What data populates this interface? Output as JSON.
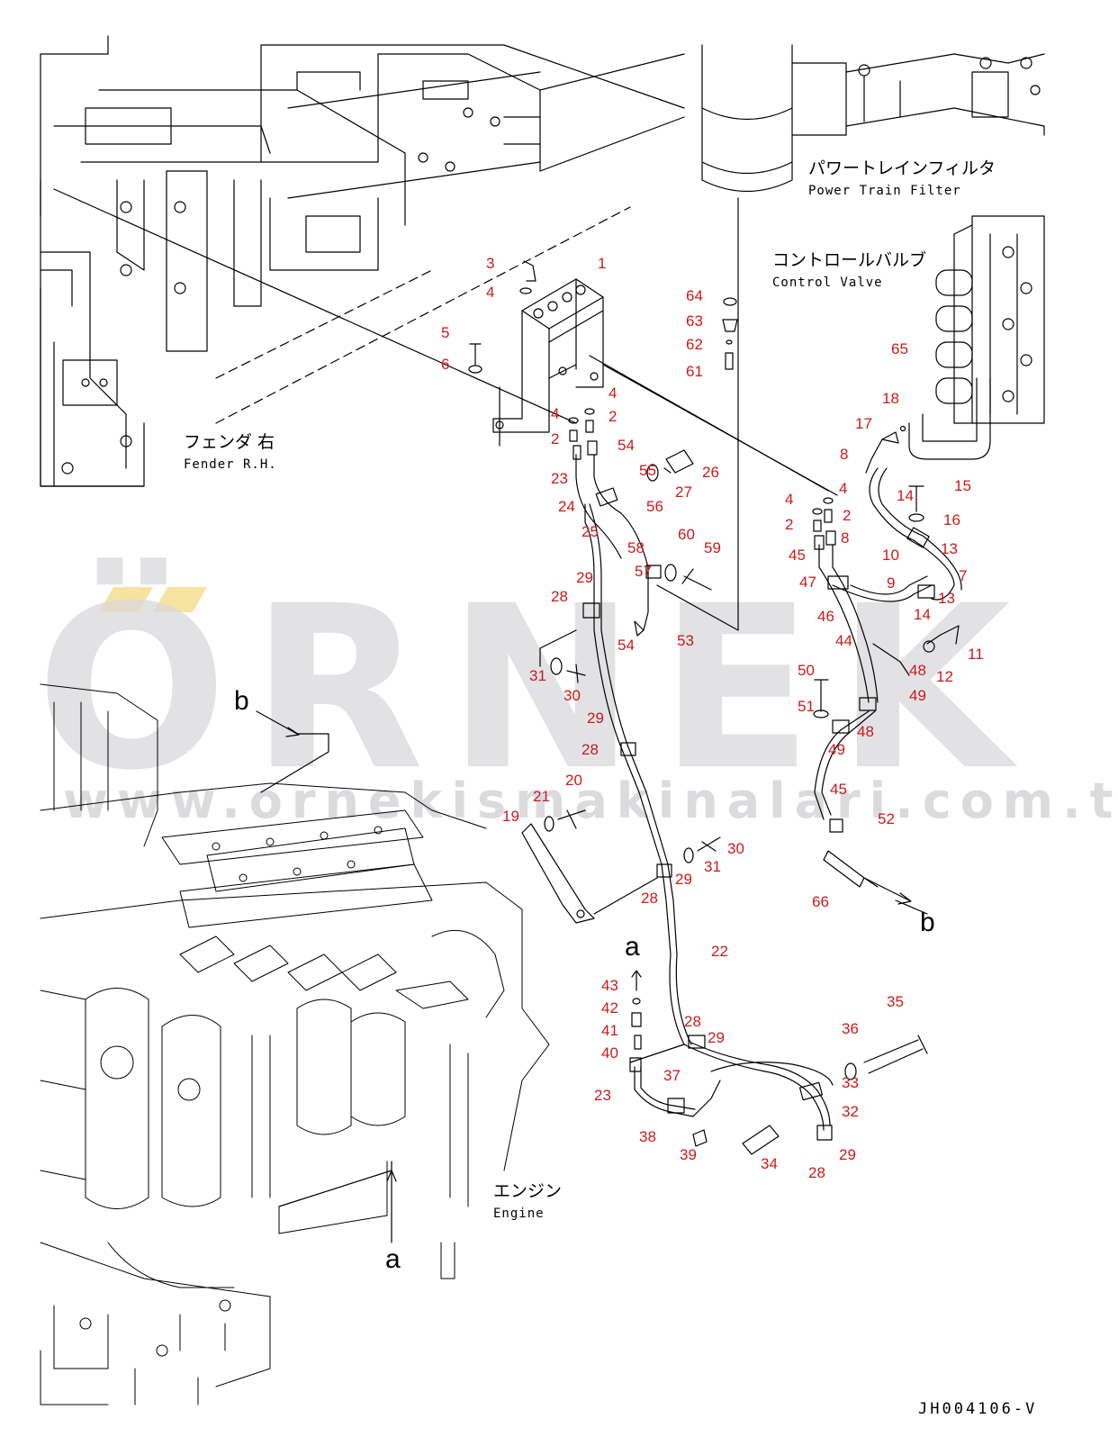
{
  "watermark": {
    "brand": "ÖRNEK",
    "url": "www.ornekismakinalari.com.tr"
  },
  "labels": {
    "power_train_filter": {
      "jp": "パワートレインフィルタ",
      "en": "Power Train Filter"
    },
    "control_valve": {
      "jp": "コントロールバルブ",
      "en": "Control Valve"
    },
    "fender_rh": {
      "jp": "フェンダ 右",
      "en": "Fender R.H."
    },
    "engine": {
      "jp": "エンジン",
      "en": "Engine"
    }
  },
  "view_markers": {
    "a": "a",
    "b": "b"
  },
  "drawing_code": "JH004106-V",
  "callouts": [
    "1",
    "2",
    "3",
    "4",
    "5",
    "6",
    "7",
    "8",
    "9",
    "10",
    "11",
    "12",
    "13",
    "14",
    "15",
    "16",
    "17",
    "18",
    "19",
    "20",
    "21",
    "22",
    "23",
    "24",
    "25",
    "26",
    "27",
    "28",
    "29",
    "30",
    "31",
    "32",
    "33",
    "34",
    "35",
    "36",
    "37",
    "38",
    "39",
    "40",
    "41",
    "42",
    "43",
    "44",
    "45",
    "46",
    "47",
    "48",
    "49",
    "50",
    "51",
    "52",
    "53",
    "54",
    "55",
    "56",
    "57",
    "58",
    "59",
    "60",
    "61",
    "62",
    "63",
    "64",
    "65",
    "66"
  ],
  "colors": {
    "callout": "#cc1a1a",
    "line": "#000000",
    "watermark": "#d9d9dc"
  }
}
